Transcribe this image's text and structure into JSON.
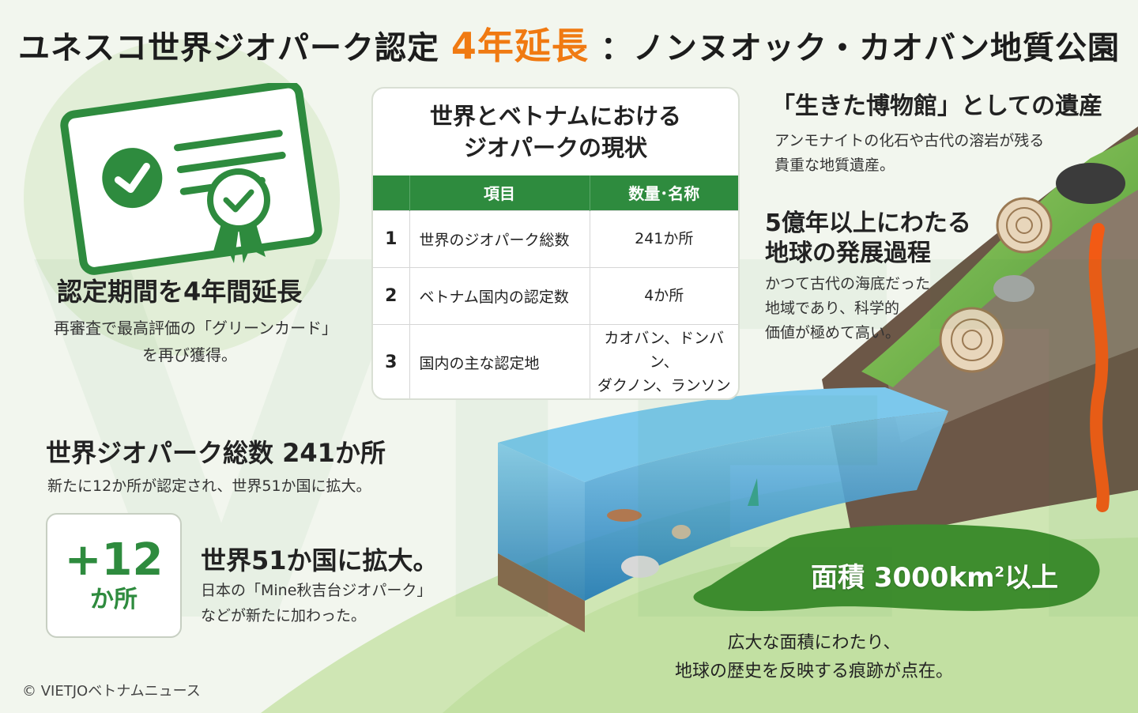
{
  "header": {
    "title_pre": "ユネスコ世界ジオパーク認定",
    "title_accent": "4年延長",
    "title_post": "：ノンヌオック・カオバン地質公園"
  },
  "certification": {
    "heading": "認定期間を4年間延長",
    "desc_line1": "再審査で最高評価の「グリーンカード」",
    "desc_line2": "を再び獲得。"
  },
  "table": {
    "title_line1": "世界とベトナムにおける",
    "title_line2": "ジオパークの現状",
    "col_item": "項目",
    "col_value": "数量･名称",
    "rows": [
      {
        "no": "1",
        "item": "世界のジオパーク総数",
        "value_line1": "241か所",
        "value_line2": ""
      },
      {
        "no": "2",
        "item": "ベトナム国内の認定数",
        "value_line1": "4か所",
        "value_line2": ""
      },
      {
        "no": "3",
        "item": "国内の主な認定地",
        "value_line1": "カオバン、ドンバン、",
        "value_line2": "ダクノン、ランソン"
      }
    ]
  },
  "heritage": {
    "heading": "「生きた博物館」としての遺産",
    "desc_line1": "アンモナイトの化石や古代の溶岩が残る",
    "desc_line2": "貴重な地質遺産。"
  },
  "history": {
    "heading_line1": "5億年以上にわたる",
    "heading_line2": "地球の発展過程",
    "desc_line1": "かつて古代の海底だった",
    "desc_line2": "地域であり、科学的",
    "desc_line3": "価値が極めて高い。"
  },
  "world": {
    "heading": "世界ジオパーク総数 241か所",
    "desc": "新たに12か所が認定され、世界51か国に拡大。"
  },
  "expansion": {
    "badge_num": "+12",
    "badge_unit": "か所",
    "heading": "世界51か国に拡大。",
    "desc_line1": "日本の「Mine秋吉台ジオパーク」",
    "desc_line2": "などが新たに加わった。"
  },
  "area": {
    "label_pre": "面積 3000km",
    "label_sup": "2",
    "label_post": "以上",
    "desc_line1": "広大な面積にわたり、",
    "desc_line2": "地球の歴史を反映する痕跡が点在。"
  },
  "footer": {
    "copyright": "© VIETJOベトナムニュース"
  },
  "colors": {
    "accent": "#f07a12",
    "green": "#2e8b3e",
    "water": "#3f9fd3",
    "lava": "#f25a14"
  }
}
